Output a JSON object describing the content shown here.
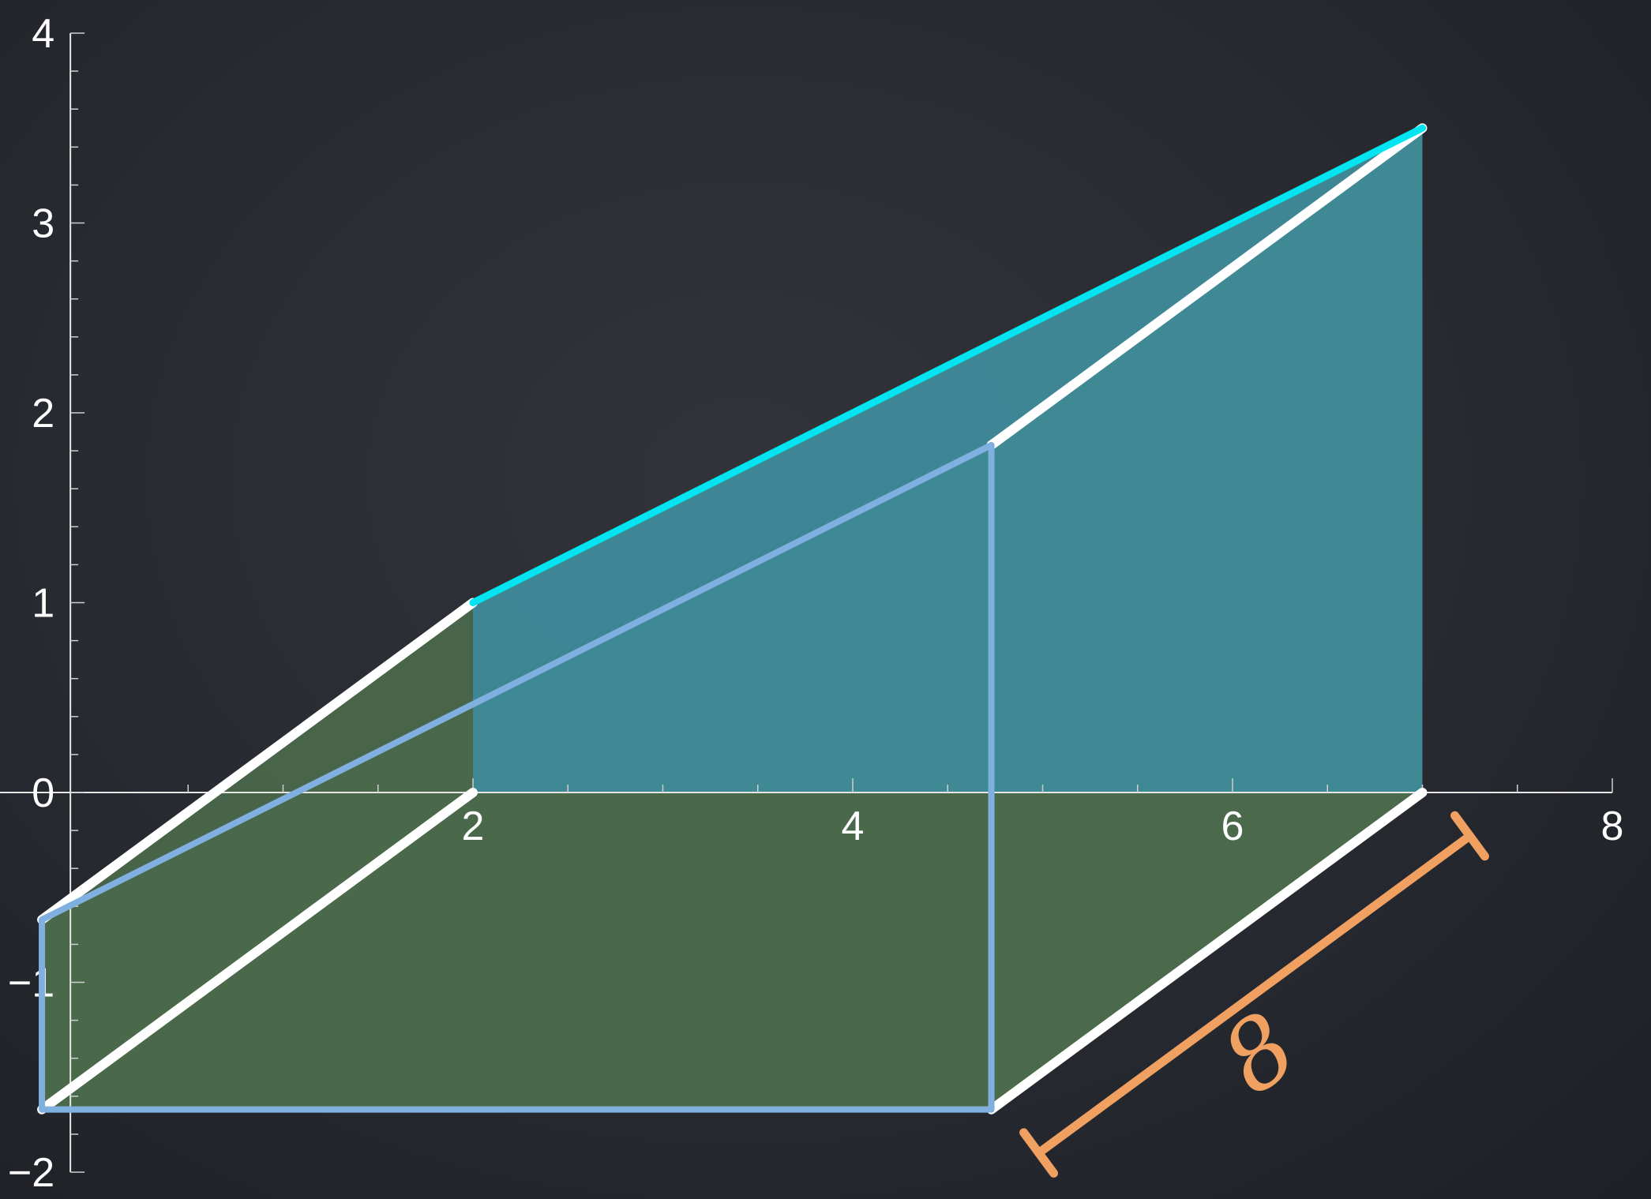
{
  "chart_data": {
    "type": "area",
    "title": "",
    "xlabel": "",
    "ylabel": "",
    "xlim": [
      -0.5,
      8
    ],
    "ylim": [
      -2,
      4
    ],
    "x_ticks": [
      "2",
      "4",
      "6",
      "8"
    ],
    "y_ticks": [
      "-2",
      "-1",
      "0",
      "1",
      "2",
      "3",
      "4"
    ],
    "grid": false,
    "series": [
      {
        "type": "area",
        "x": [
          2,
          7
        ],
        "y": [
          1,
          3.5
        ],
        "color": "#3f8b9a"
      },
      {
        "type": "line",
        "x": [
          2,
          7
        ],
        "y": [
          1,
          3.5
        ],
        "color": "#00e5f0"
      }
    ],
    "box_3d": {
      "back_face": {
        "x": [
          2,
          7
        ],
        "top_y": [
          1,
          3.5
        ],
        "bottom_y": 0
      },
      "front_face": {
        "x": [
          -0.27,
          4.73
        ],
        "top_y": [
          -0.67,
          1.83
        ],
        "bottom_y": -1.67
      },
      "face_color": "#4b6a4b",
      "edge_color_front": "#7fb0e0",
      "edge_color_back": "#ffffff"
    },
    "annotation": {
      "text": "8",
      "color": "#f0a060"
    },
    "colors": {
      "board": "#282b31",
      "axis": "#e6e6e6"
    }
  }
}
